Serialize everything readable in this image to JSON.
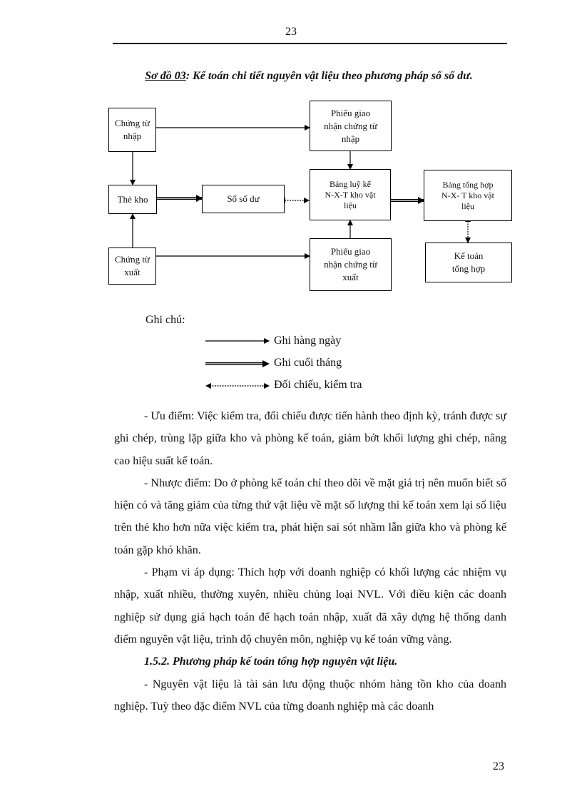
{
  "header": {
    "page_number": "23"
  },
  "diagram": {
    "title_prefix": "Sơ đồ 03",
    "title_rest": ": Kế toán chi tiết nguyên vật liệu theo phương pháp sổ số dư.",
    "boxes": {
      "chung_tu_nhap": "Chứng từ\nnhập",
      "the_kho": "Thẻ kho",
      "chung_tu_xuat": "Chứng từ\nxuất",
      "so_so_du": "Sổ số dư",
      "phieu_giao_nhan_nhap": "Phiếu giao\nnhận chứng từ\nnhập",
      "bang_luy_ke": "Bảng luỹ kế\nN-X-T kho vật\nliệu",
      "phieu_giao_nhan_xuat": "Phiếu giao\nnhận chứng từ\nxuất",
      "bang_tong_hop": "Bảng tổng hợp\nN-X- T kho vật\nliệu",
      "ke_toan_tong_hop": "Kế toán\ntổng hợp"
    }
  },
  "legend": {
    "title": "Ghi chú:",
    "items": [
      "Ghi hàng ngày",
      "Ghi cuối tháng",
      "Đối chiếu, kiểm tra"
    ]
  },
  "body": {
    "p1": "- Ưu điểm: Việc kiểm tra, đối chiếu được tiến hành theo định kỳ, tránh được sự ghi chép, trùng lặp giữa kho và phòng kế toán, giảm bớt khối lượng ghi chép, nâng cao hiệu suất kế toán.",
    "p2": "- Nhược điểm: Do ở phòng kế toán chỉ theo dõi về mặt giá trị nên muốn biết số hiện có và tăng giảm của từng thứ vật liệu về mặt số lượng thì kế toán xem lại số liệu trên thẻ kho hơn nữa việc kiểm tra, phát hiện sai sót nhầm lẫn giữa kho và phòng kế toán gặp khó khăn.",
    "p3": "- Phạm vi áp dụng: Thích hợp với doanh nghiệp có khối lượng các nhiệm vụ  nhập, xuất nhiều, thường xuyên, nhiều chủng loại NVL. Với điều kiện các doanh nghiệp sử dụng giá hạch toán để  hạch toán nhập, xuất đã xây dựng hệ thống danh điểm nguyên vật liệu, trình độ chuyên môn, nghiệp vụ kế toán vững vàng.",
    "subheading": "1.5.2. Phương pháp kế toán tổng hợp nguyên vật liệu.",
    "p4": "- Nguyên vật liệu là tài sản lưu động thuộc nhóm hàng tồn kho của doanh  nghiệp. Tuỳ theo đặc điểm NVL của từng doanh nghiệp mà các doanh"
  },
  "footer": {
    "page_number": "23"
  }
}
